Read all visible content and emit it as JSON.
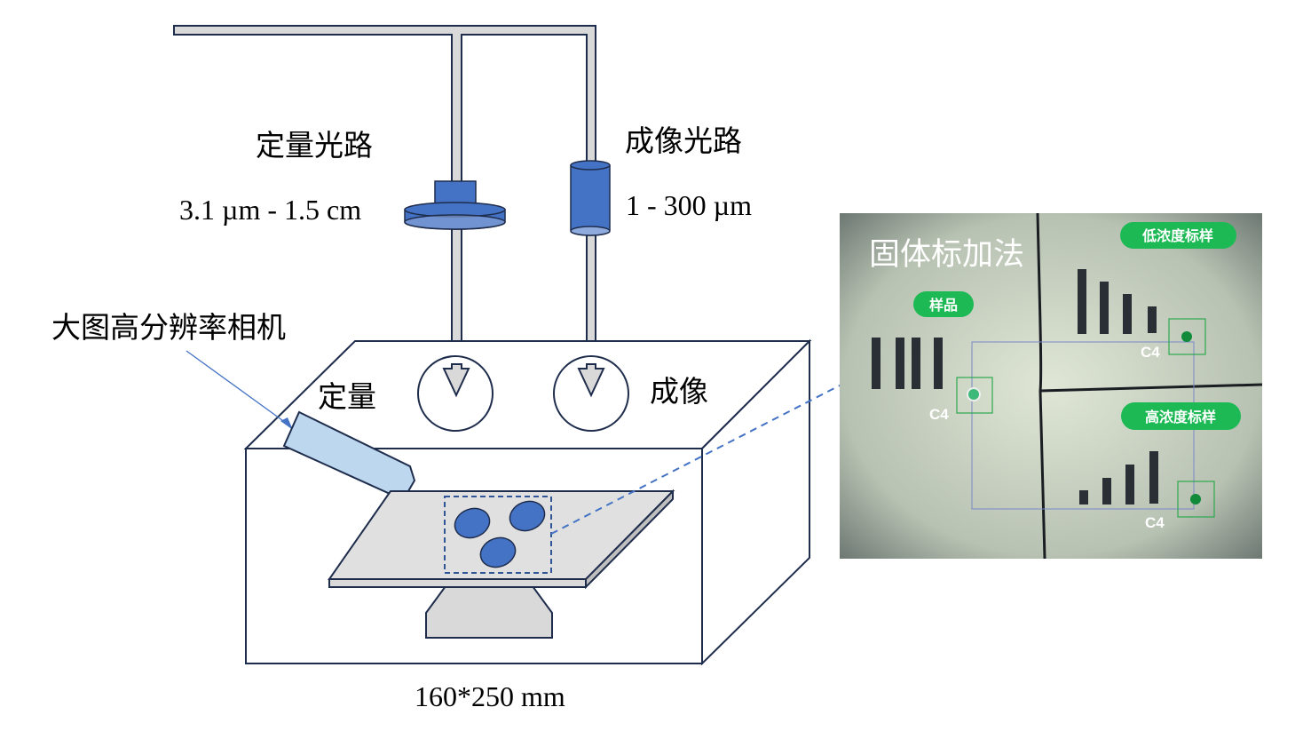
{
  "labels": {
    "quant_path": "定量光路",
    "quant_range": "3.1 µm - 1.5 cm",
    "imaging_path": "成像光路",
    "imaging_range": "1 - 300 µm",
    "camera": "大图高分辨率相机",
    "quant_spot": "定量",
    "imaging_spot": "成像",
    "chamber_size": "160*250 mm"
  },
  "micrograph": {
    "title": "固体标加法",
    "sample_tag": "样品",
    "low_std_tag": "低浓度标样",
    "high_std_tag": "高浓度标样",
    "marker_labels": [
      "C4",
      "C4",
      "C4"
    ]
  },
  "colors": {
    "blue": "#4472C4",
    "light_blue": "#BDD7EE",
    "green": "#1DB954",
    "outline": "#1F2D4D"
  }
}
